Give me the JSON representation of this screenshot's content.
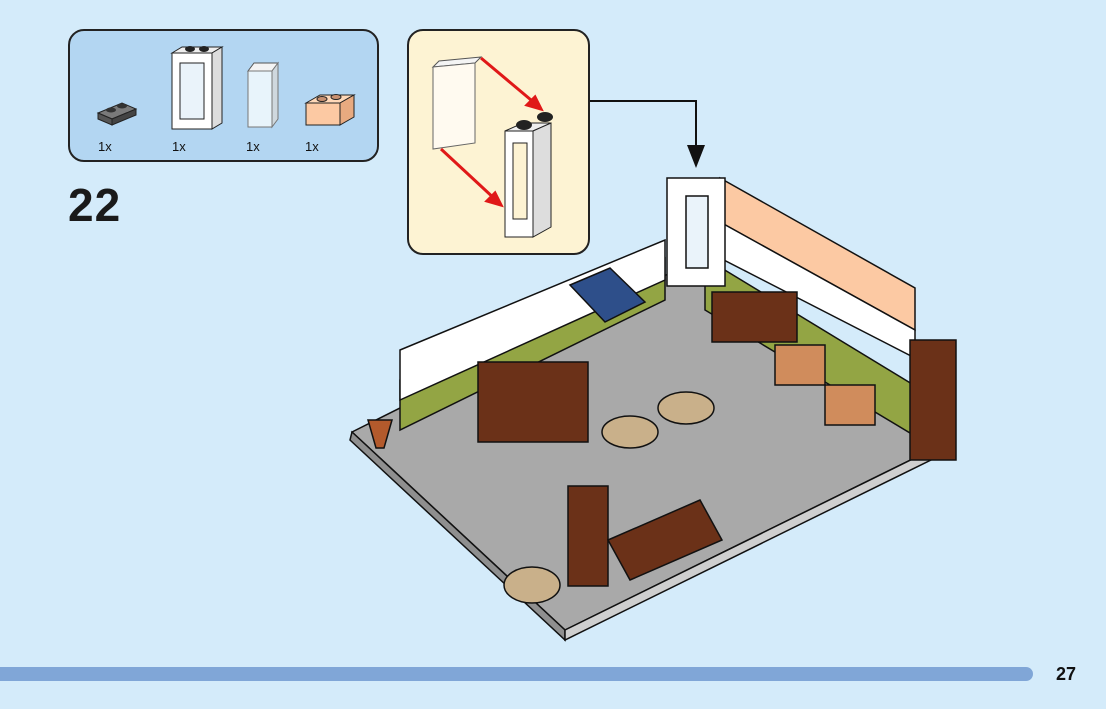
{
  "step": {
    "number": "22"
  },
  "parts_list": {
    "items": [
      {
        "name": "dark-gray-plate-1x2",
        "qty": "1x",
        "color": "#6b6b6b"
      },
      {
        "name": "white-window-frame-1x2x3",
        "qty": "1x",
        "color": "#ffffff"
      },
      {
        "name": "transparent-window-glass",
        "qty": "1x",
        "color": "#e8f4fb"
      },
      {
        "name": "light-nougat-brick-1x2",
        "qty": "1x",
        "color": "#fcc9a3"
      }
    ]
  },
  "sub_assembly": {
    "description": "Insert glass pane into window frame",
    "arrow_color": "#e01818"
  },
  "footer": {
    "page_number": "27",
    "bar_color": "#80a6d7"
  },
  "colors": {
    "background": "#d4ebfa",
    "parts_box": "#b3d6f2",
    "sub_box": "#fdf3d3"
  }
}
